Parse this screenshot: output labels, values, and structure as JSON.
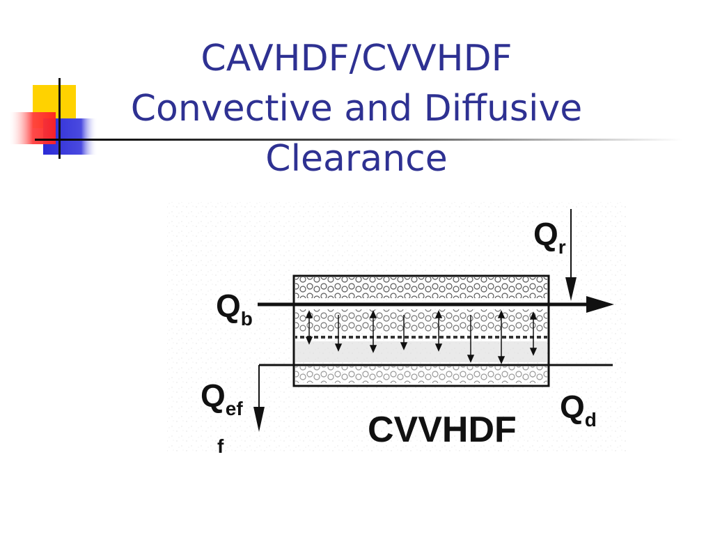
{
  "slide": {
    "title_lines": [
      "CAVHDF/CVVHDF",
      "Convective and Diffusive",
      "Clearance"
    ]
  },
  "diagram": {
    "caption": "CVVHDF",
    "labels": {
      "qr": {
        "main": "Q",
        "sub": "r"
      },
      "qb": {
        "main": "Q",
        "sub": "b"
      },
      "qeff": {
        "main": "Q",
        "sub": "ef",
        "sub2": "f"
      },
      "qd": {
        "main": "Q",
        "sub": "d"
      }
    }
  },
  "colors": {
    "title": "#2e3192",
    "deco_yellow": "#ffd200",
    "deco_red": "#ff3030",
    "deco_blue": "#2b2bd6",
    "diagram_ink": "#111111"
  }
}
